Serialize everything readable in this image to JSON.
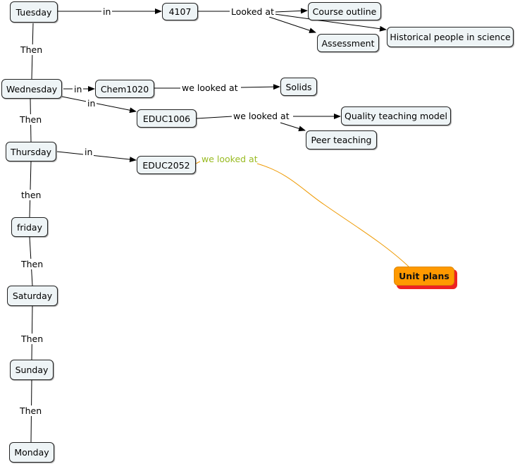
{
  "colors": {
    "node_fill": "#eef4f6",
    "unit_fill": "#ff9900",
    "unit_shadow": "#ee2222",
    "green_label": "#99bb22",
    "orange_link": "#ee9900"
  },
  "nodes": {
    "tuesday": "Tuesday",
    "wednesday": "Wednesday",
    "thursday": "Thursday",
    "friday": "friday",
    "saturday": "Saturday",
    "sunday": "Sunday",
    "monday": "Monday",
    "c4107": "4107",
    "chem1020": "Chem1020",
    "educ1006": "EDUC1006",
    "educ2052": "EDUC2052",
    "course_outline": "Course outline",
    "assessment": "Assessment",
    "historical": "Historical people in science",
    "solids": "Solids",
    "quality": "Quality teaching model",
    "peer": "Peer teaching",
    "unit_plans": "Unit plans"
  },
  "labels": {
    "then1": "Then",
    "then2": "Then",
    "then3": "then",
    "then4": "Then",
    "then5": "Then",
    "then6": "Then",
    "in_tue": "in",
    "in_wed1": "in",
    "in_wed2": "in",
    "in_thu": "in",
    "looked_at": "Looked at",
    "we_looked_at_chem": "we looked at",
    "we_looked_at_educ1006": "we looked at",
    "we_looked_at_educ2052": "we looked at"
  }
}
